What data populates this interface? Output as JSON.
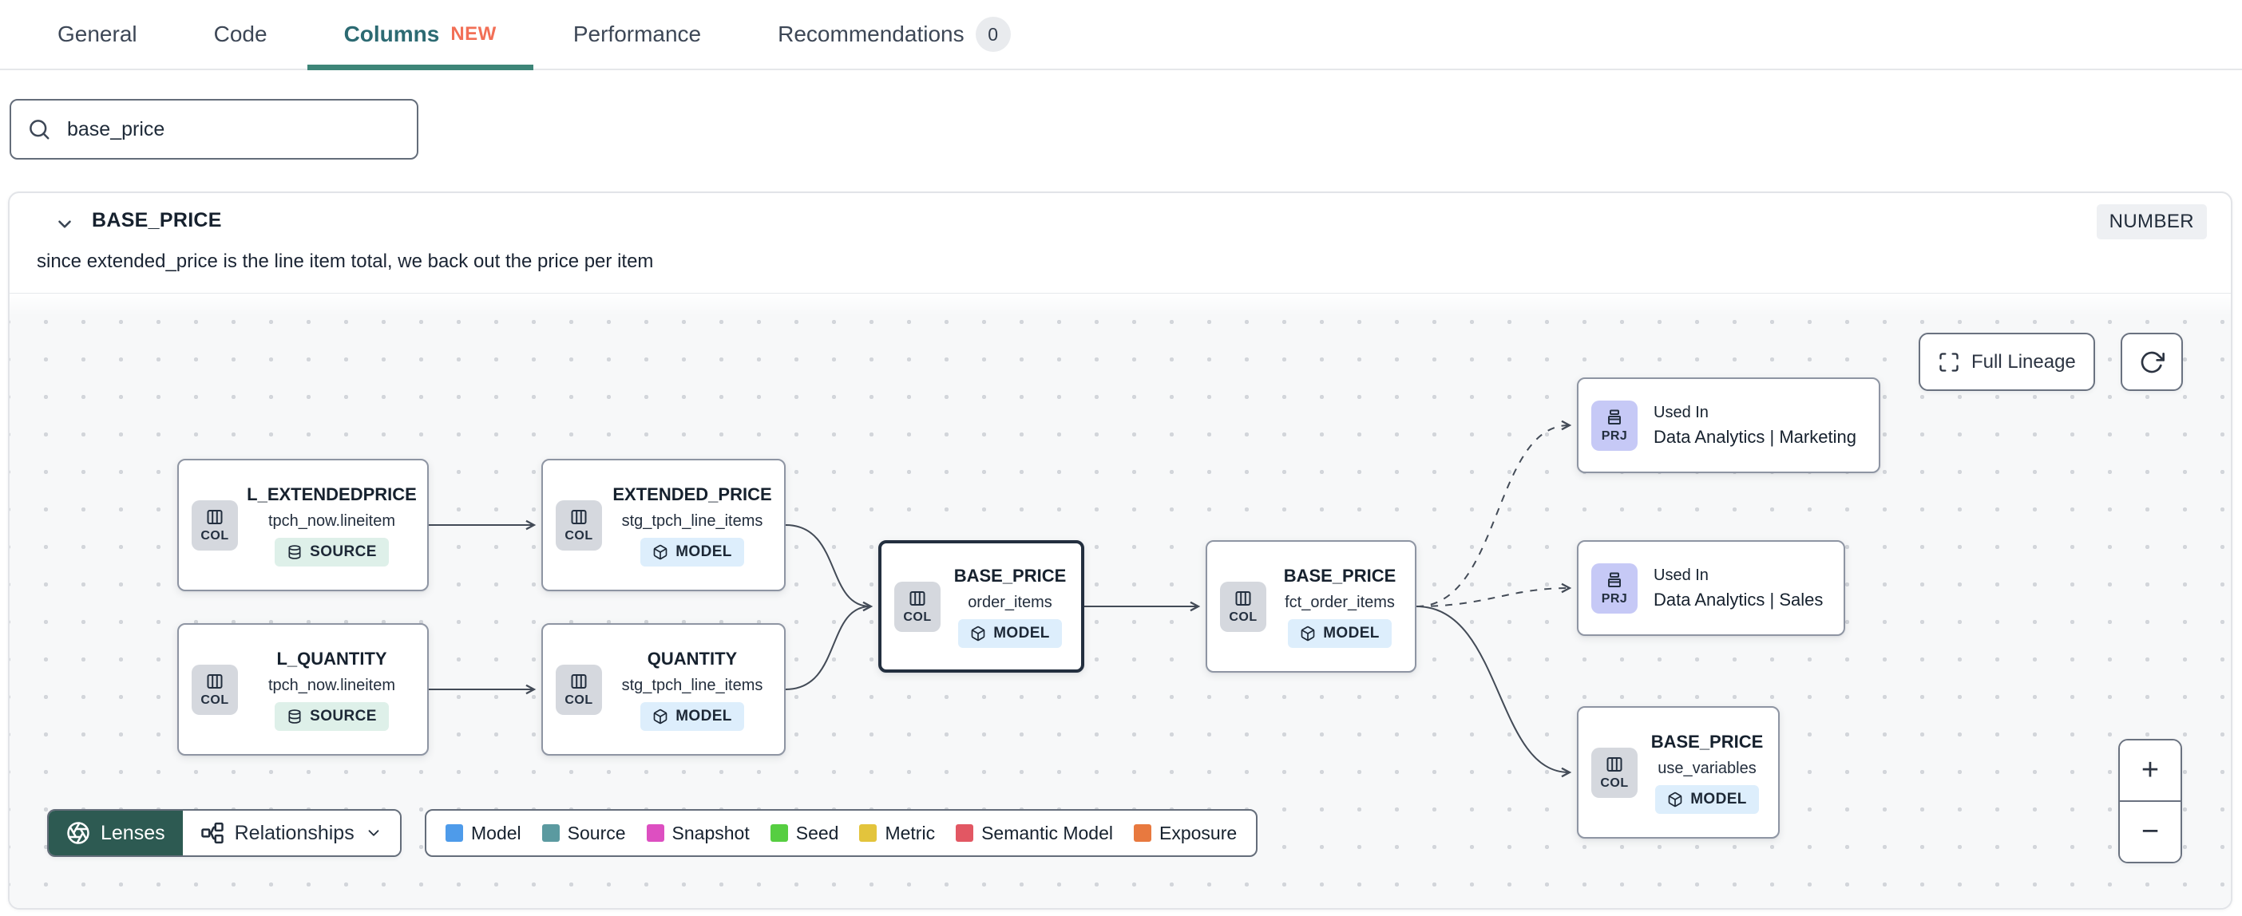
{
  "tabs": {
    "items": [
      {
        "label": "General"
      },
      {
        "label": "Code"
      },
      {
        "label": "Columns",
        "badge": "NEW",
        "active": true
      },
      {
        "label": "Performance"
      },
      {
        "label": "Recommendations",
        "count": "0"
      }
    ]
  },
  "search": {
    "value": "base_price"
  },
  "column_panel": {
    "title": "BASE_PRICE",
    "data_type": "NUMBER",
    "description": "since extended_price is the line item total, we back out the price per item"
  },
  "lineage": {
    "controls": {
      "full_lineage": "Full Lineage"
    },
    "nodes": [
      {
        "title": "L_EXTENDEDPRICE",
        "subtitle": "tpch_now.lineitem",
        "chip": "COL",
        "badge": "SOURCE"
      },
      {
        "title": "EXTENDED_PRICE",
        "subtitle": "stg_tpch_line_items",
        "chip": "COL",
        "badge": "MODEL"
      },
      {
        "title": "L_QUANTITY",
        "subtitle": "tpch_now.lineitem",
        "chip": "COL",
        "badge": "SOURCE"
      },
      {
        "title": "QUANTITY",
        "subtitle": "stg_tpch_line_items",
        "chip": "COL",
        "badge": "MODEL"
      },
      {
        "title": "BASE_PRICE",
        "subtitle": "order_items",
        "chip": "COL",
        "badge": "MODEL",
        "selected": true
      },
      {
        "title": "BASE_PRICE",
        "subtitle": "fct_order_items",
        "chip": "COL",
        "badge": "MODEL"
      },
      {
        "label": "Used In",
        "title": "Data Analytics | Marketing",
        "chip": "PRJ"
      },
      {
        "label": "Used In",
        "title": "Data Analytics | Sales",
        "chip": "PRJ"
      },
      {
        "title": "BASE_PRICE",
        "subtitle": "use_variables",
        "chip": "COL",
        "badge": "MODEL"
      }
    ],
    "toolbar": {
      "lenses": "Lenses",
      "relationships": "Relationships"
    },
    "legend": {
      "items": [
        {
          "label": "Model",
          "color": "#4e9bea"
        },
        {
          "label": "Source",
          "color": "#5b9aa0"
        },
        {
          "label": "Snapshot",
          "color": "#dd4fc1"
        },
        {
          "label": "Seed",
          "color": "#56ce41"
        },
        {
          "label": "Metric",
          "color": "#e3c43c"
        },
        {
          "label": "Semantic Model",
          "color": "#e25763"
        },
        {
          "label": "Exposure",
          "color": "#e8793f"
        }
      ]
    },
    "zoom": {
      "zoom_in": "+",
      "zoom_out": "−"
    }
  },
  "colors": {
    "active_tab_text": "#2c6a72",
    "accent_underline": "#3d8578",
    "new_badge": "#f26f56",
    "lenses_bg": "#2d5a52"
  }
}
